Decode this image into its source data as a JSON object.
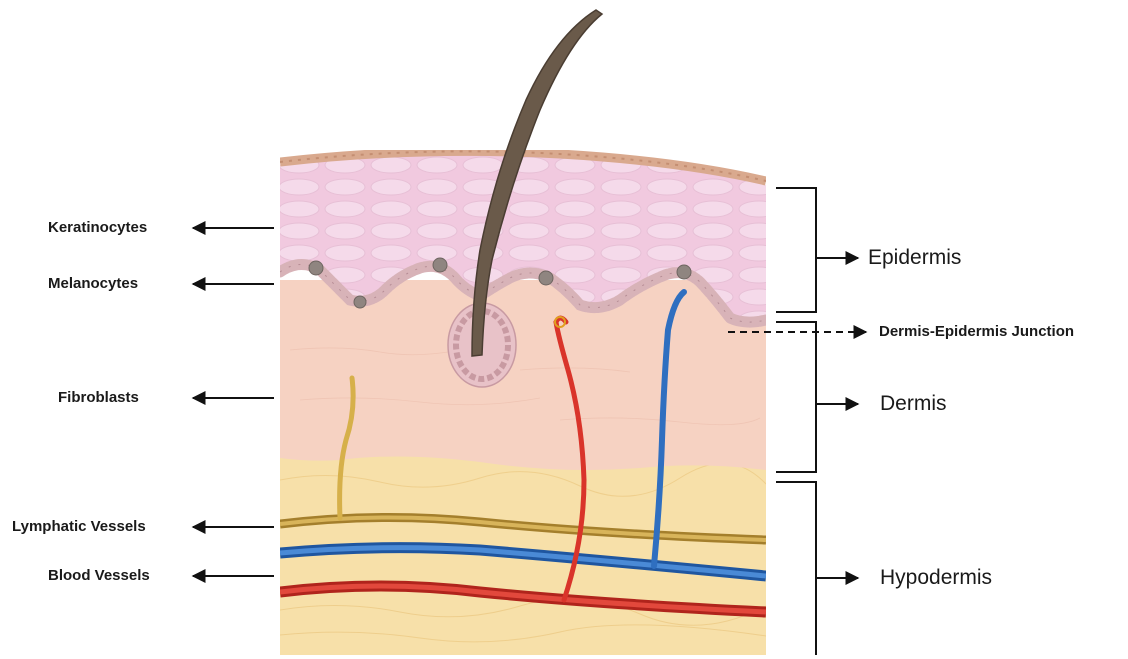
{
  "left_labels": {
    "keratinocytes": "Keratinocytes",
    "melanocytes": "Melanocytes",
    "fibroblasts": "Fibroblasts",
    "lymphatic_vessels": "Lymphatic Vessels",
    "blood_vessels": "Blood Vessels"
  },
  "right_labels": {
    "epidermis": "Epidermis",
    "junction": "Dermis-Epidermis Junction",
    "dermis": "Dermis",
    "hypodermis": "Hypodermis"
  },
  "colors": {
    "epidermis": "#f1c9df",
    "dermis": "#f6d2c2",
    "hypodermis": "#f7e0a9",
    "stratum_corneum": "#d9a98e",
    "hair": "#6a5a4a",
    "artery": "#d9342a",
    "vein": "#2f6fc0",
    "lymph": "#c9a24a",
    "nerve": "#d6b04a",
    "cells": "#d8b3b8"
  }
}
